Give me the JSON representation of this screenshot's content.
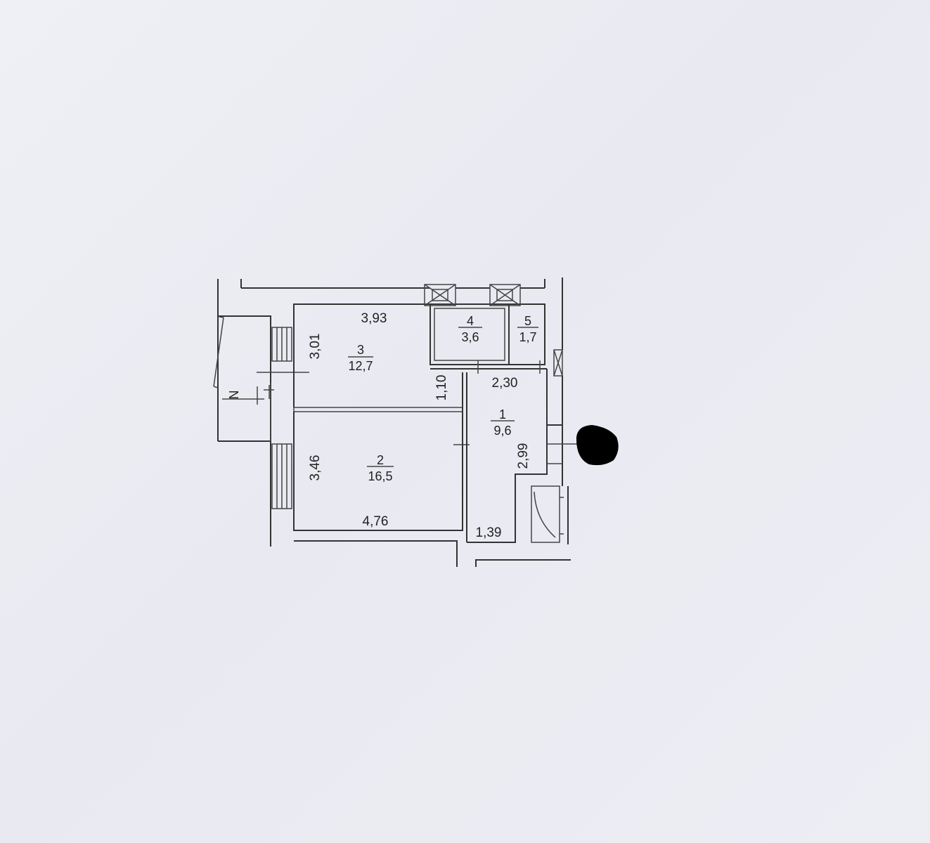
{
  "rooms": [
    {
      "number": "1",
      "area": "9,6"
    },
    {
      "number": "2",
      "area": "16,5"
    },
    {
      "number": "3",
      "area": "12,7"
    },
    {
      "number": "4",
      "area": "3,6"
    },
    {
      "number": "5",
      "area": "1,7"
    }
  ],
  "dimensions": {
    "room3_width": "3,93",
    "room3_depth": "3,01",
    "room2_depth": "3,46",
    "room2_width": "4,76",
    "corridor_width": "2,30",
    "corridor_passage": "1,10",
    "hall_depth": "2,99",
    "hall_bottom_width": "1,39"
  },
  "north_arrow_label": "N",
  "colors": {
    "paper": "#ecedf3",
    "lines": "#333333",
    "redaction": "#000000"
  }
}
